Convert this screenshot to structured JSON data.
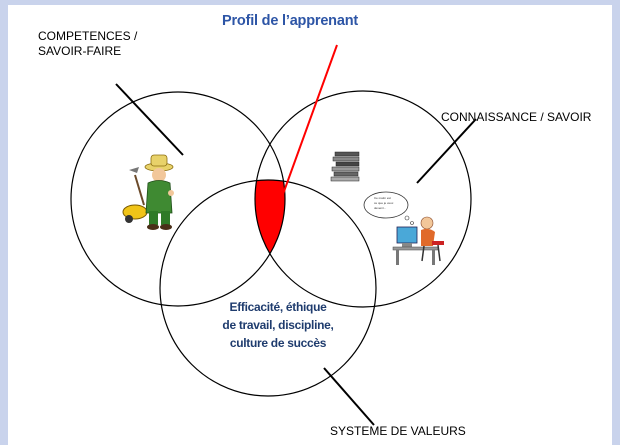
{
  "title": "Profil de l’apprenant",
  "labels": {
    "competences_line1": "COMPETENCES /",
    "competences_line2": "SAVOIR-FAIRE",
    "connaissance": "CONNAISSANCE / SAVOIR",
    "systeme": "SYSTEME DE VALEURS"
  },
  "values_text": {
    "line1": "Efficacité, éthique",
    "line2": "de travail, discipline,",
    "line3": "culture de succès"
  },
  "colors": {
    "title": "#2d55a6",
    "intersection": "#ff0000",
    "pointer_line": "#ff0000",
    "values_text": "#1f3c6e",
    "frame": "#c9d3ec"
  },
  "icons": [
    "gardener-icon",
    "book-stack-icon",
    "thinking-person-at-computer-icon"
  ]
}
